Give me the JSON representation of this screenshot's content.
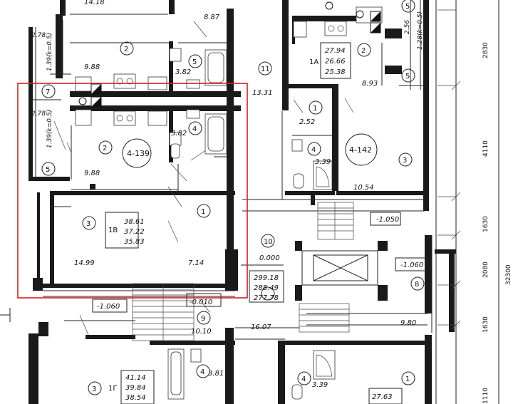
{
  "apartments": {
    "a139": {
      "number": "4-139",
      "type": "1В",
      "areas": [
        "38.61",
        "37.22",
        "35.83"
      ]
    },
    "a142": {
      "number": "4-142",
      "type": "1А",
      "areas": [
        "27.94",
        "26.66",
        "25.38"
      ]
    },
    "bottom_left": {
      "type": "1Г",
      "areas": [
        "41.14",
        "39.84",
        "38.54"
      ]
    },
    "bottom_right": {
      "area": "27.63"
    }
  },
  "rooms": {
    "left_top_2": "2",
    "left_top_area": "9.88",
    "left_top_area_cut": "14.18",
    "bath_top": "5",
    "bath_top_area": "3.82",
    "corr_top_area": "8.87",
    "balcony_top_area": "2.78",
    "balcony_top_k": "1.39(k=0.5)",
    "balcony_top_7": "7",
    "balcony_5": "5",
    "balcony_area": "2.78",
    "balcony_k": "1.39(k=0.5)",
    "kitchen_2": "2",
    "kitchen_area": "9.88",
    "bath_4": "4",
    "bath_area": "3.82",
    "room_3": "3",
    "room_3_area": "14.99",
    "hall_1": "1",
    "hall_1_area": "7.14",
    "stair_11": "11",
    "stair_11_area": "13.31",
    "r142_hall": "1",
    "r142_hall_area": "2.52",
    "r142_bath": "4",
    "r142_bath_area": "3.39",
    "r142_room": "3",
    "r142_room_area": "10.54",
    "r142_k2": "2",
    "r142_k2_area": "8.93",
    "r142_5": "5",
    "r142_5b": "5",
    "r142_bal_area": "2.56",
    "r142_bal_k": "1.28(k=0.5)",
    "lobby_10": "10",
    "lobby_level": "0.000",
    "lobby_totals": [
      "299.18",
      "288.49",
      "277.78"
    ],
    "level_1050": "-1.050",
    "level_1060r": "-1.060",
    "level_1060l": "-1.060",
    "level_0010": "-0.010",
    "tambour_9": "9",
    "tambour_area": "10.10",
    "corr_16": "16.07",
    "room_8": "8",
    "room_8_area": "9.80",
    "bl_room_3": "3",
    "bl_bath_4": "4",
    "bl_bath_area": "3.81",
    "br_bath_4": "4",
    "br_bath_area": "3.39",
    "br_1": "1"
  },
  "dimensions": [
    "2830",
    "4110",
    "1630",
    "2080",
    "1630",
    "1110"
  ],
  "total_dimension": "32300",
  "highlight_color": "#d22020"
}
